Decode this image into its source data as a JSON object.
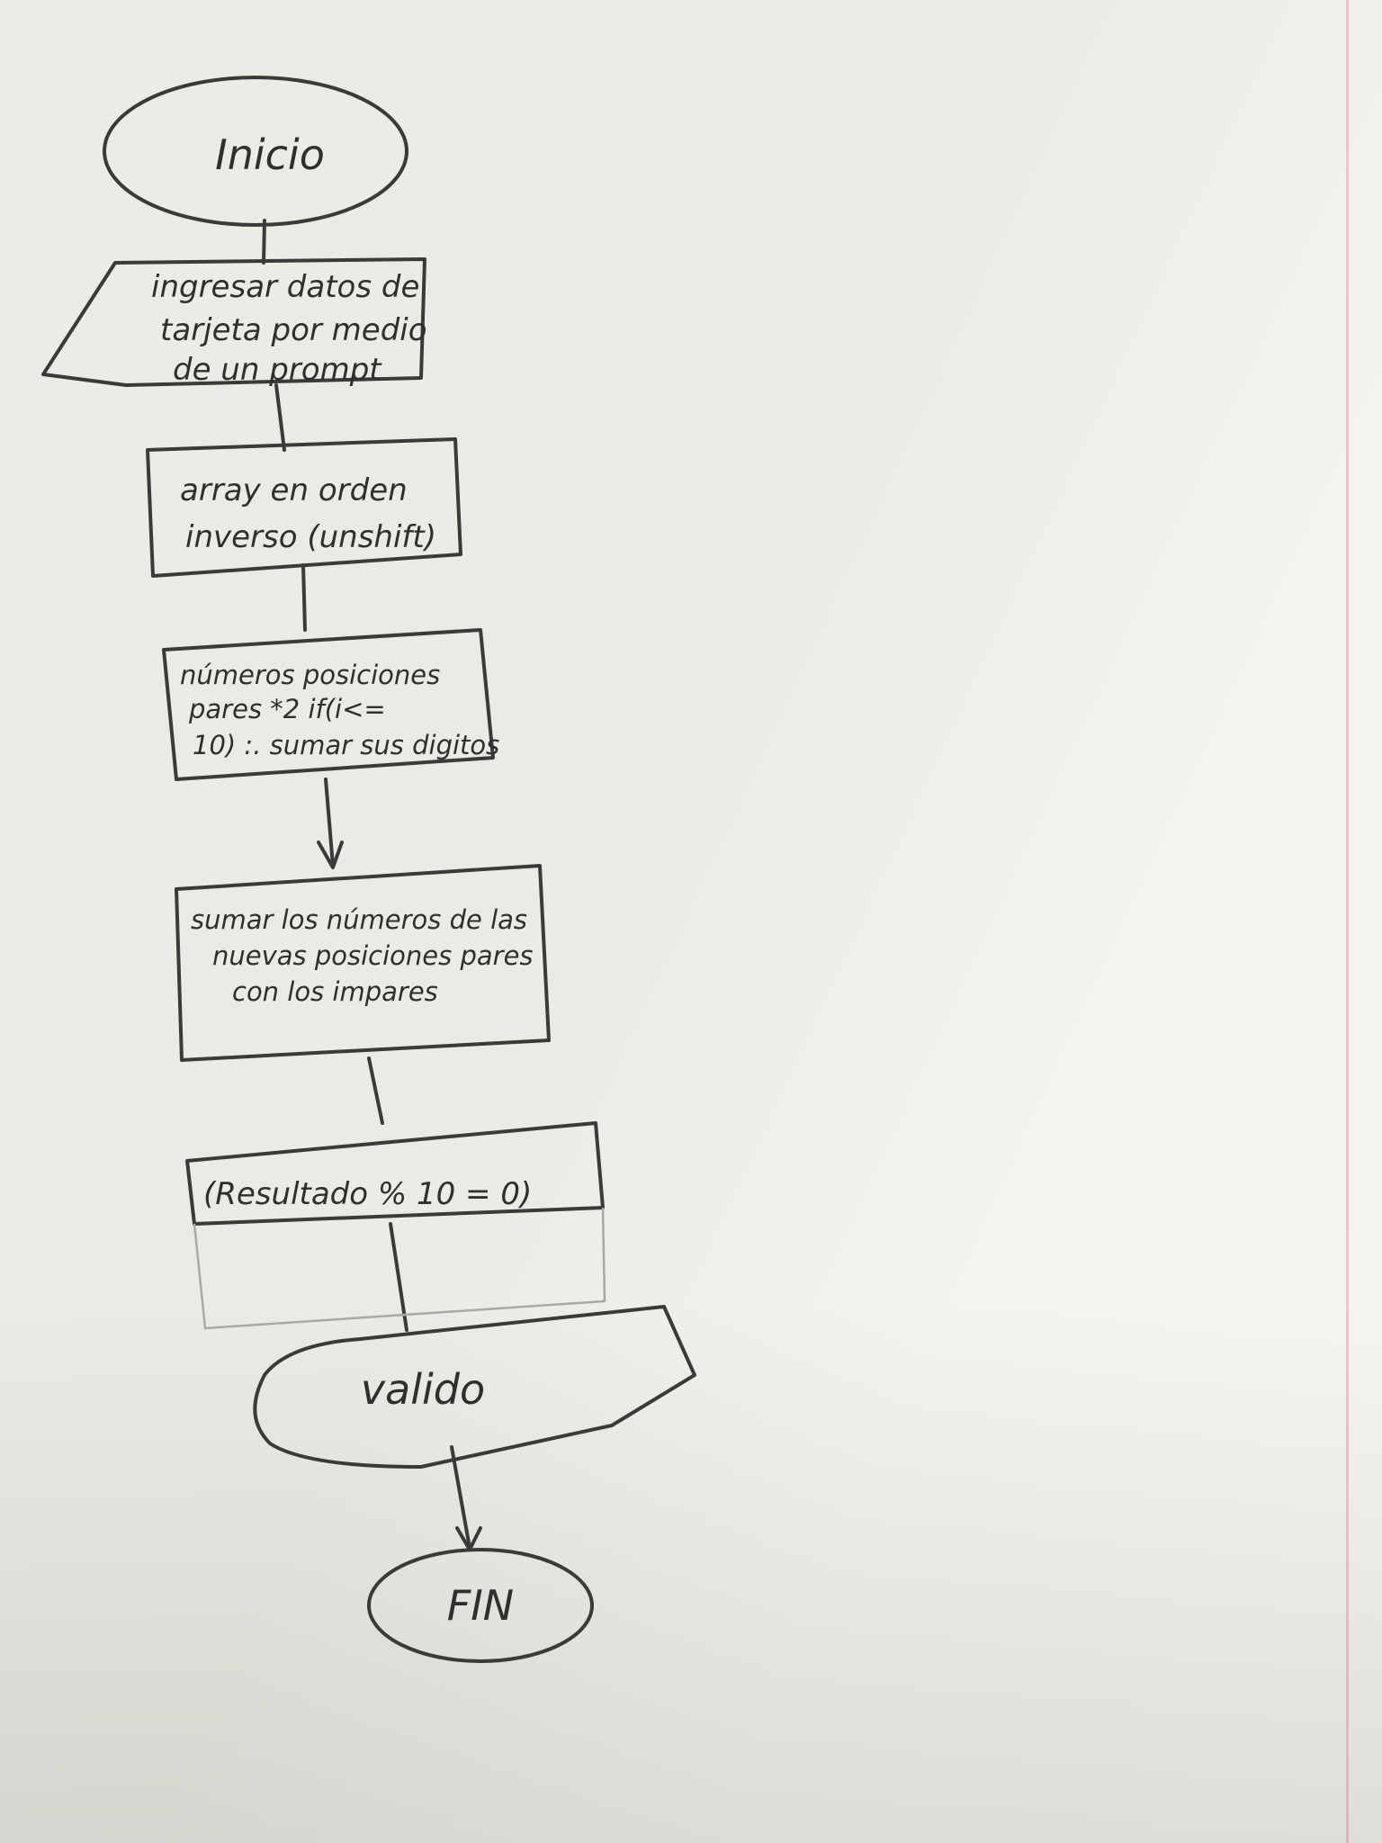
{
  "flowchart": {
    "start": "Inicio",
    "input": "ingresar datos de tarjeta por medio de un prompt",
    "step_reverse": "array en orden inverso (unshift)",
    "step_double": "números posiciones pares *2 if(i<= 10) :. sumar sus digitos",
    "step_sum": "sumar los números de las nuevas posiciones pares con los impares",
    "condition": "(Resultado % 10 = 0)",
    "output": "valido",
    "end": "FIN"
  }
}
